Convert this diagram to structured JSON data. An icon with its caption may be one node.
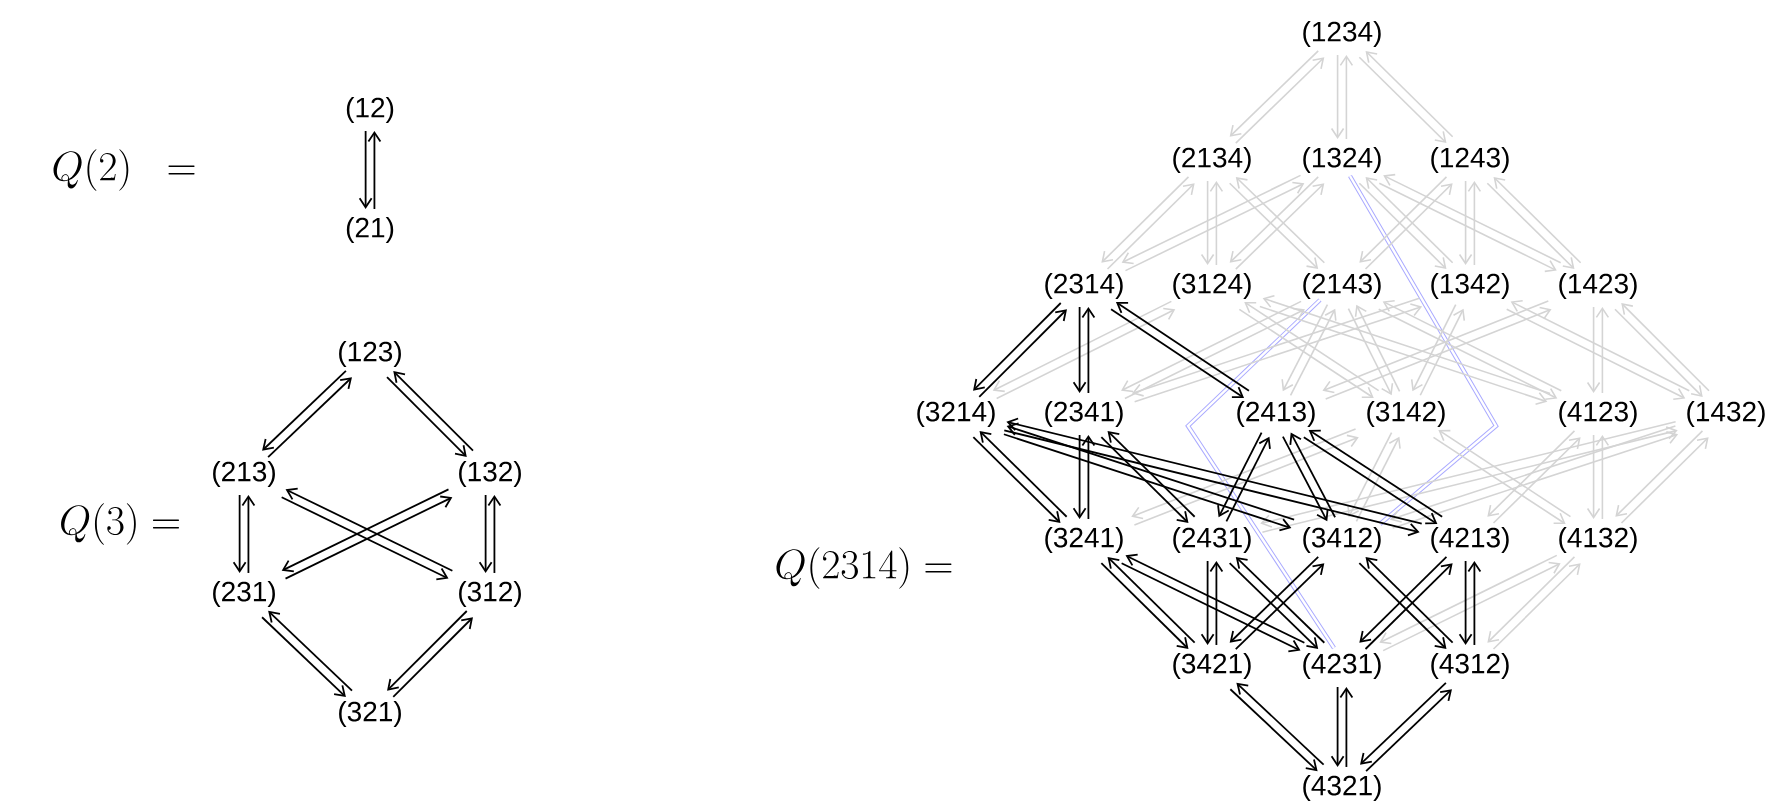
{
  "diagram": {
    "nodes": [
      {
        "text": [
          "(12)"
        ]
      },
      {
        "text": [
          "(21)"
        ]
      },
      {
        "text": [
          "(123)"
        ]
      },
      {
        "text": [
          "(213)"
        ]
      },
      {
        "text": [
          "(132)"
        ]
      },
      {
        "text": [
          "(231)"
        ]
      },
      {
        "text": [
          "(312)"
        ]
      },
      {
        "text": [
          "(321)"
        ]
      },
      {
        "text": [
          "(1234)"
        ]
      },
      {
        "text": [
          "(2134)"
        ]
      },
      {
        "text": [
          "(1324)"
        ]
      },
      {
        "text": [
          "(1243)"
        ]
      },
      {
        "text": [
          "(2314)"
        ]
      },
      {
        "text": [
          "(3124)"
        ]
      },
      {
        "text": [
          "(2143)"
        ]
      },
      {
        "text": [
          "(1342)"
        ]
      },
      {
        "text": [
          "(1423)"
        ]
      },
      {
        "text": [
          "(3214)"
        ]
      },
      {
        "text": [
          "(2341)"
        ]
      },
      {
        "text": [
          "(2413)"
        ]
      },
      {
        "text": [
          "(3142)"
        ]
      },
      {
        "text": [
          "(4123)"
        ]
      },
      {
        "text": [
          "(1432)"
        ]
      },
      {
        "text": [
          "(3241)"
        ]
      },
      {
        "text": [
          "(2431)"
        ]
      },
      {
        "text": [
          "(3412)"
        ]
      },
      {
        "text": [
          "(4213)"
        ]
      },
      {
        "text": [
          "(4132)"
        ]
      },
      {
        "text": [
          "(3421)"
        ]
      },
      {
        "text": [
          "(4231)"
        ]
      },
      {
        "text": [
          "(4312)"
        ]
      },
      {
        "text": [
          "(4321)"
        ]
      }
    ],
    "edges": [
      {
        "from": 0,
        "to": 1,
        "arrow": "to",
        "color": "#000000"
      },
      {
        "from": 1,
        "to": 0,
        "arrow": "to",
        "color": "#000000"
      },
      {
        "from": 2,
        "to": 3,
        "arrow": "to",
        "color": "#000000"
      },
      {
        "from": 3,
        "to": 2,
        "arrow": "to",
        "color": "#000000"
      },
      {
        "from": 2,
        "to": 4,
        "arrow": "to",
        "color": "#000000"
      },
      {
        "from": 4,
        "to": 2,
        "arrow": "to",
        "color": "#000000"
      },
      {
        "from": 3,
        "to": 5,
        "arrow": "to",
        "color": "#000000"
      },
      {
        "from": 5,
        "to": 3,
        "arrow": "to",
        "color": "#000000"
      },
      {
        "from": 3,
        "to": 6,
        "arrow": "to",
        "color": "#000000"
      },
      {
        "from": 6,
        "to": 3,
        "arrow": "to",
        "color": "#000000"
      },
      {
        "from": 4,
        "to": 5,
        "arrow": "to",
        "color": "#000000"
      },
      {
        "from": 5,
        "to": 4,
        "arrow": "to",
        "color": "#000000"
      },
      {
        "from": 4,
        "to": 6,
        "arrow": "to",
        "color": "#000000"
      },
      {
        "from": 6,
        "to": 4,
        "arrow": "to",
        "color": "#000000"
      },
      {
        "from": 5,
        "to": 7,
        "arrow": "to",
        "color": "#000000"
      },
      {
        "from": 7,
        "to": 5,
        "arrow": "to",
        "color": "#000000"
      },
      {
        "from": 6,
        "to": 7,
        "arrow": "to",
        "color": "#000000"
      },
      {
        "from": 7,
        "to": 6,
        "arrow": "to",
        "color": "#000000"
      },
      {
        "from": 8,
        "to": 9,
        "arrow": "to"
      },
      {
        "from": 9,
        "to": 8,
        "arrow": "to"
      },
      {
        "from": 8,
        "to": 10,
        "arrow": "to"
      },
      {
        "from": 10,
        "to": 8,
        "arrow": "to"
      },
      {
        "from": 8,
        "to": 11,
        "arrow": "to"
      },
      {
        "from": 11,
        "to": 8,
        "arrow": "to"
      },
      {
        "from": 9,
        "to": 12,
        "arrow": "to"
      },
      {
        "from": 12,
        "to": 9,
        "arrow": "to"
      },
      {
        "from": 9,
        "to": 13,
        "arrow": "to"
      },
      {
        "from": 13,
        "to": 9,
        "arrow": "to"
      },
      {
        "from": 9,
        "to": 14,
        "arrow": "to"
      },
      {
        "from": 14,
        "to": 9,
        "arrow": "to"
      },
      {
        "from": 10,
        "to": 12,
        "arrow": "to"
      },
      {
        "from": 12,
        "to": 10,
        "arrow": "to"
      },
      {
        "from": 10,
        "to": 13,
        "arrow": "to"
      },
      {
        "from": 13,
        "to": 10,
        "arrow": "to"
      },
      {
        "from": 10,
        "to": 15,
        "arrow": "to"
      },
      {
        "from": 15,
        "to": 10,
        "arrow": "to"
      },
      {
        "from": 10,
        "to": 16,
        "arrow": "to"
      },
      {
        "from": 16,
        "to": 10,
        "arrow": "to"
      },
      {
        "from": 11,
        "to": 14,
        "arrow": "to"
      },
      {
        "from": 14,
        "to": 11,
        "arrow": "to"
      },
      {
        "from": 11,
        "to": 15,
        "arrow": "to"
      },
      {
        "from": 15,
        "to": 11,
        "arrow": "to"
      },
      {
        "from": 11,
        "to": 16,
        "arrow": "to"
      },
      {
        "from": 16,
        "to": 11,
        "arrow": "to"
      },
      {
        "from": 12,
        "to": 17,
        "arrow": "to",
        "color": "#000000"
      },
      {
        "from": 17,
        "to": 12,
        "arrow": "to",
        "color": "#000000"
      },
      {
        "from": 12,
        "to": 18,
        "arrow": "to",
        "color": "#000000"
      },
      {
        "from": 18,
        "to": 12,
        "arrow": "to",
        "color": "#000000"
      },
      {
        "from": 12,
        "to": 19,
        "arrow": "to",
        "color": "#000000"
      },
      {
        "from": 19,
        "to": 12,
        "arrow": "to",
        "color": "#000000"
      },
      {
        "from": 13,
        "to": 17,
        "arrow": "to"
      },
      {
        "from": 17,
        "to": 13,
        "arrow": "to"
      },
      {
        "from": 13,
        "to": 20,
        "arrow": "to"
      },
      {
        "from": 20,
        "to": 13,
        "arrow": "to"
      },
      {
        "from": 13,
        "to": 21,
        "arrow": "to"
      },
      {
        "from": 21,
        "to": 13,
        "arrow": "to"
      },
      {
        "from": 14,
        "to": 18,
        "arrow": "to"
      },
      {
        "from": 18,
        "to": 14,
        "arrow": "to"
      },
      {
        "from": 14,
        "to": 19,
        "arrow": "to"
      },
      {
        "from": 19,
        "to": 14,
        "arrow": "to"
      },
      {
        "from": 14,
        "to": 20,
        "arrow": "to"
      },
      {
        "from": 20,
        "to": 14,
        "arrow": "to"
      },
      {
        "from": 14,
        "to": 21,
        "arrow": "to"
      },
      {
        "from": 21,
        "to": 14,
        "arrow": "to"
      },
      {
        "from": 15,
        "to": 18,
        "arrow": "to"
      },
      {
        "from": 18,
        "to": 15,
        "arrow": "to"
      },
      {
        "from": 15,
        "to": 20,
        "arrow": "to"
      },
      {
        "from": 20,
        "to": 15,
        "arrow": "to"
      },
      {
        "from": 15,
        "to": 22,
        "arrow": "to"
      },
      {
        "from": 22,
        "to": 15,
        "arrow": "to"
      },
      {
        "from": 16,
        "to": 19,
        "arrow": "to"
      },
      {
        "from": 19,
        "to": 16,
        "arrow": "to"
      },
      {
        "from": 16,
        "to": 21,
        "arrow": "to"
      },
      {
        "from": 21,
        "to": 16,
        "arrow": "to"
      },
      {
        "from": 16,
        "to": 22,
        "arrow": "to"
      },
      {
        "from": 22,
        "to": 16,
        "arrow": "to"
      },
      {
        "from": 17,
        "to": 23,
        "arrow": "to",
        "color": "#000000"
      },
      {
        "from": 23,
        "to": 17,
        "arrow": "to",
        "color": "#000000"
      },
      {
        "from": 17,
        "to": 25,
        "arrow": "to",
        "color": "#000000"
      },
      {
        "from": 25,
        "to": 17,
        "arrow": "to",
        "color": "#000000"
      },
      {
        "from": 17,
        "to": 26,
        "arrow": "to",
        "color": "#000000"
      },
      {
        "from": 26,
        "to": 17,
        "arrow": "to",
        "color": "#000000"
      },
      {
        "from": 18,
        "to": 23,
        "arrow": "to",
        "color": "#000000"
      },
      {
        "from": 23,
        "to": 18,
        "arrow": "to",
        "color": "#000000"
      },
      {
        "from": 18,
        "to": 24,
        "arrow": "to",
        "color": "#000000"
      },
      {
        "from": 24,
        "to": 18,
        "arrow": "to",
        "color": "#000000"
      },
      {
        "from": 19,
        "to": 24,
        "arrow": "to",
        "color": "#000000"
      },
      {
        "from": 24,
        "to": 19,
        "arrow": "to",
        "color": "#000000"
      },
      {
        "from": 19,
        "to": 25,
        "arrow": "to",
        "color": "#000000"
      },
      {
        "from": 25,
        "to": 19,
        "arrow": "to",
        "color": "#000000"
      },
      {
        "from": 19,
        "to": 26,
        "arrow": "to",
        "color": "#000000"
      },
      {
        "from": 26,
        "to": 19,
        "arrow": "to",
        "color": "#000000"
      },
      {
        "from": 20,
        "to": 23,
        "arrow": "to"
      },
      {
        "from": 23,
        "to": 20,
        "arrow": "to"
      },
      {
        "from": 20,
        "to": 25,
        "arrow": "to"
      },
      {
        "from": 25,
        "to": 20,
        "arrow": "to"
      },
      {
        "from": 20,
        "to": 27,
        "arrow": "to"
      },
      {
        "from": 27,
        "to": 20,
        "arrow": "to"
      },
      {
        "from": 21,
        "to": 26,
        "arrow": "to"
      },
      {
        "from": 26,
        "to": 21,
        "arrow": "to"
      },
      {
        "from": 21,
        "to": 27,
        "arrow": "to"
      },
      {
        "from": 27,
        "to": 21,
        "arrow": "to"
      },
      {
        "from": 22,
        "to": 24,
        "arrow": "to"
      },
      {
        "from": 24,
        "to": 22,
        "arrow": "to"
      },
      {
        "from": 22,
        "to": 25,
        "arrow": "to"
      },
      {
        "from": 25,
        "to": 22,
        "arrow": "to"
      },
      {
        "from": 22,
        "to": 27,
        "arrow": "to"
      },
      {
        "from": 27,
        "to": 22,
        "arrow": "to"
      },
      {
        "from": 23,
        "to": 28,
        "arrow": "to",
        "color": "#000000"
      },
      {
        "from": 28,
        "to": 23,
        "arrow": "to",
        "color": "#000000"
      },
      {
        "from": 23,
        "to": 29,
        "arrow": "to",
        "color": "#000000"
      },
      {
        "from": 29,
        "to": 23,
        "arrow": "to",
        "color": "#000000"
      },
      {
        "from": 24,
        "to": 28,
        "arrow": "to",
        "color": "#000000"
      },
      {
        "from": 28,
        "to": 24,
        "arrow": "to",
        "color": "#000000"
      },
      {
        "from": 24,
        "to": 29,
        "arrow": "to",
        "color": "#000000"
      },
      {
        "from": 29,
        "to": 24,
        "arrow": "to",
        "color": "#000000"
      },
      {
        "from": 25,
        "to": 28,
        "arrow": "to",
        "color": "#000000"
      },
      {
        "from": 28,
        "to": 25,
        "arrow": "to",
        "color": "#000000"
      },
      {
        "from": 25,
        "to": 30,
        "arrow": "to",
        "color": "#000000"
      },
      {
        "from": 30,
        "to": 25,
        "arrow": "to",
        "color": "#000000"
      },
      {
        "from": 26,
        "to": 29,
        "arrow": "to",
        "color": "#000000"
      },
      {
        "from": 29,
        "to": 26,
        "arrow": "to",
        "color": "#000000"
      },
      {
        "from": 26,
        "to": 30,
        "arrow": "to",
        "color": "#000000"
      },
      {
        "from": 30,
        "to": 26,
        "arrow": "to",
        "color": "#000000"
      },
      {
        "from": 27,
        "to": 29,
        "arrow": "to"
      },
      {
        "from": 29,
        "to": 27,
        "arrow": "to"
      },
      {
        "from": 27,
        "to": 30,
        "arrow": "to"
      },
      {
        "from": 30,
        "to": 27,
        "arrow": "to"
      },
      {
        "from": 28,
        "to": 31,
        "arrow": "to",
        "color": "#000000"
      },
      {
        "from": 31,
        "to": 28,
        "arrow": "to",
        "color": "#000000"
      },
      {
        "from": 29,
        "to": 31,
        "arrow": "to",
        "color": "#000000"
      },
      {
        "from": 31,
        "to": 29,
        "arrow": "to",
        "color": "#000000"
      },
      {
        "from": 30,
        "to": 31,
        "arrow": "to",
        "color": "#000000"
      },
      {
        "from": 31,
        "to": 30,
        "arrow": "to",
        "color": "#000000"
      }
    ],
    "labels": [
      "Q(2) \\;\\; =",
      "Q(3) =",
      "Q(2314) ="
    ]
  }
}
